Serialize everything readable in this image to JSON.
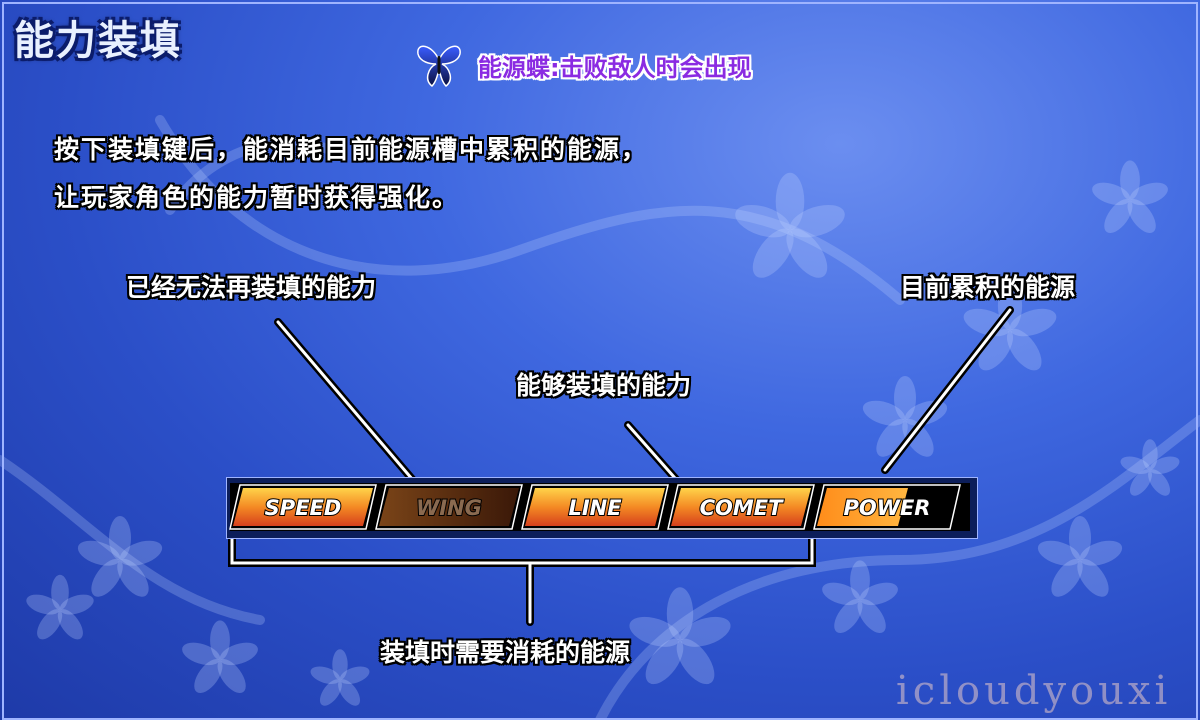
{
  "title": "能力装填",
  "butterfly_note": {
    "icon": "butterfly-icon",
    "text": "能源蝶:击败敌人时会出现"
  },
  "description": {
    "line1": "按下装填键后，能消耗目前能源槽中累积的能源，",
    "line2": "让玩家角色的能力暂时获得强化。"
  },
  "callouts": {
    "used": "已经无法再装填的能力",
    "current": "目前累积的能源",
    "available": "能够装填的能力",
    "cost": "装填时需要消耗的能源"
  },
  "gauge": {
    "segments": [
      {
        "label": "SPEED",
        "state": "available"
      },
      {
        "label": "WING",
        "state": "used"
      },
      {
        "label": "LINE",
        "state": "available"
      },
      {
        "label": "COMET",
        "state": "available"
      },
      {
        "label": "POWER",
        "state": "current"
      }
    ],
    "current_fill_fraction": 0.65
  },
  "colors": {
    "bg_light": "#6b8ef0",
    "bg_dark": "#1e3aa8",
    "segment_orange": "#f07a20",
    "segment_used": "#5a2a10",
    "title_purple": "#8a2be2"
  },
  "watermark": "icloudyouxi"
}
